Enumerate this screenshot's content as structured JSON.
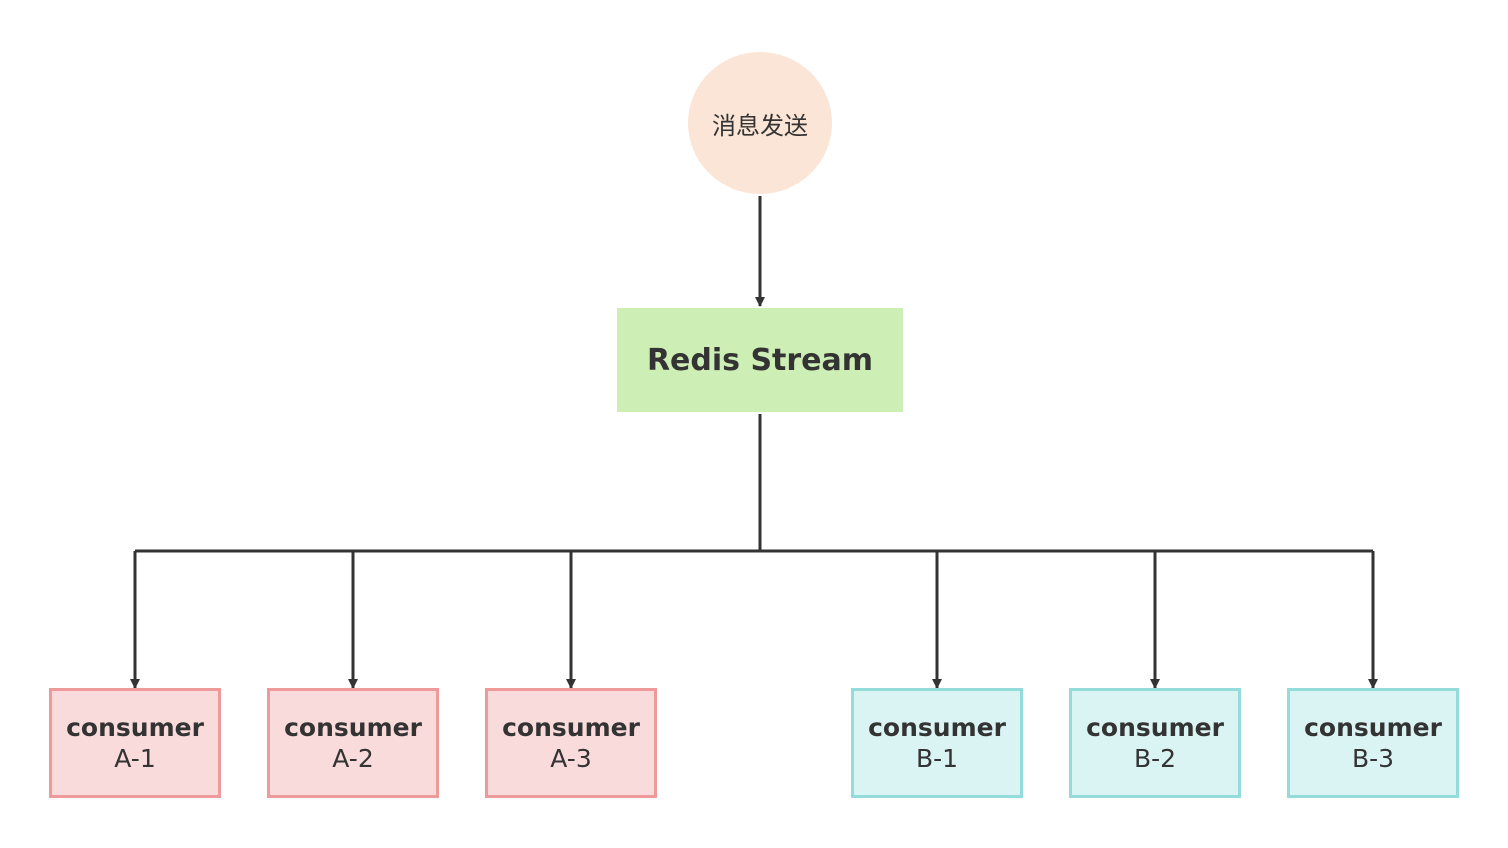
{
  "sender": {
    "label": "消息发送"
  },
  "stream": {
    "label": "Redis Stream"
  },
  "consumers": [
    {
      "title": "consumer",
      "id": "A-1",
      "group": "A"
    },
    {
      "title": "consumer",
      "id": "A-2",
      "group": "A"
    },
    {
      "title": "consumer",
      "id": "A-3",
      "group": "A"
    },
    {
      "title": "consumer",
      "id": "B-1",
      "group": "B"
    },
    {
      "title": "consumer",
      "id": "B-2",
      "group": "B"
    },
    {
      "title": "consumer",
      "id": "B-3",
      "group": "B"
    }
  ],
  "colors": {
    "sender_fill": "#fbe5d6",
    "stream_fill": "#cdeeb4",
    "group_a_fill": "#fadbdb",
    "group_a_border": "#ee9a9a",
    "group_b_fill": "#daf3f3",
    "group_b_border": "#94dcdc",
    "edge": "#333333"
  }
}
